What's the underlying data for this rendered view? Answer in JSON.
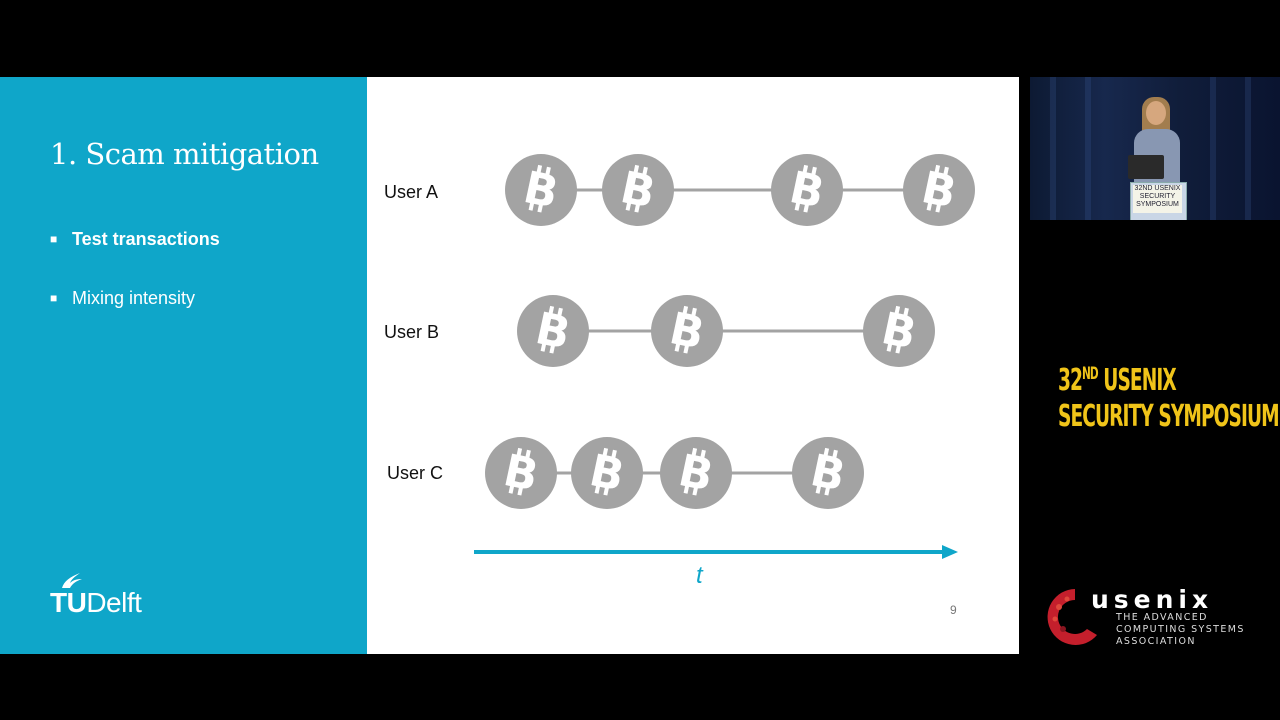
{
  "slide": {
    "title": "1. Scam mitigation",
    "bullets": [
      "Test transactions",
      "Mixing intensity"
    ],
    "logo_text_bold": "TU",
    "logo_text_rest": "Delft",
    "users": [
      "User A",
      "User B",
      "User C"
    ],
    "time_label": "t",
    "page_number": "9",
    "coin_icon": "bitcoin-icon",
    "colors": {
      "accent": "#0fa6c9",
      "coin": "#a3a3a3",
      "line": "#a3a3a3"
    }
  },
  "speaker_video": {
    "podium_sign": "32ND USENIX SECURITY SYMPOSIUM"
  },
  "conference": {
    "line1_num": "32",
    "line1_sup": "ND",
    "line1_rest": " USENIX",
    "line2": "SECURITY SYMPOSIUM"
  },
  "usenix": {
    "name": "usenix",
    "tagline": [
      "THE ADVANCED",
      "COMPUTING SYSTEMS",
      "ASSOCIATION"
    ]
  }
}
